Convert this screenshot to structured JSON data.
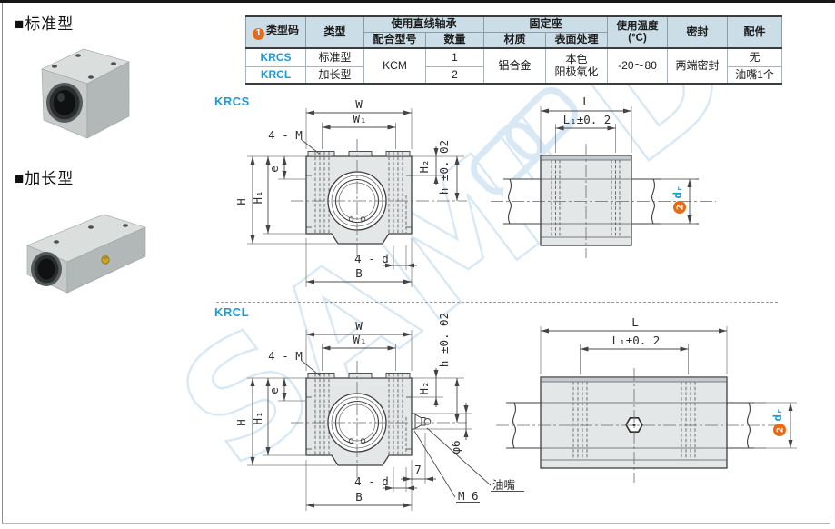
{
  "page": {
    "watermark": "SAMLD"
  },
  "headings": {
    "standard": "■标准型",
    "extended": "■加长型"
  },
  "sections": {
    "krcs": "KRCS",
    "krcl": "KRCL"
  },
  "table": {
    "header": {
      "type_code_badge": "1",
      "type_code": "类型码",
      "type": "类型",
      "bearing_group": "使用直线轴承",
      "bearing_model": "配合型号",
      "bearing_qty": "数量",
      "housing_group": "固定座",
      "housing_material": "材质",
      "housing_surface": "表面处理",
      "temp_line1": "使用温度",
      "temp_line2": "(°C)",
      "seal": "密封",
      "accessory": "配件"
    },
    "rows": {
      "krcs_code": "KRCS",
      "krcs_type": "标准型",
      "krcs_qty": "1",
      "krcs_accessory": "无",
      "krcl_code": "KRCL",
      "krcl_type": "加长型",
      "krcl_qty": "2",
      "krcl_accessory": "油嘴1个",
      "shared_model": "KCM",
      "shared_material": "铝合金",
      "shared_surface_line1": "本色",
      "shared_surface_line2": "阳极氧化",
      "shared_temp": "-20～80",
      "shared_seal": "两端密封"
    }
  },
  "dims": {
    "w": "W",
    "w1": "W₁",
    "four_m": "4 - M",
    "e": "e",
    "h_cap": "H",
    "h1": "H₁",
    "h2": "H₂",
    "h_tol": "h ±0. 02",
    "four_d": "4 - d",
    "b": "B",
    "l": "L",
    "l1_tol": "L₁±0. 2",
    "dr": "dᵣ",
    "dr_badge": "2",
    "phi6": "φ6",
    "seven": "7",
    "m6": "M 6",
    "grease": "油嘴"
  },
  "colors": {
    "accent_blue": "#1b9cd8",
    "accent_orange": "#ea6a13",
    "table_header_bg": "#cbdde6",
    "drawing_fill": "#e4e7e8",
    "line": "#4a4a4a",
    "watermark": "#d8e8f4"
  }
}
